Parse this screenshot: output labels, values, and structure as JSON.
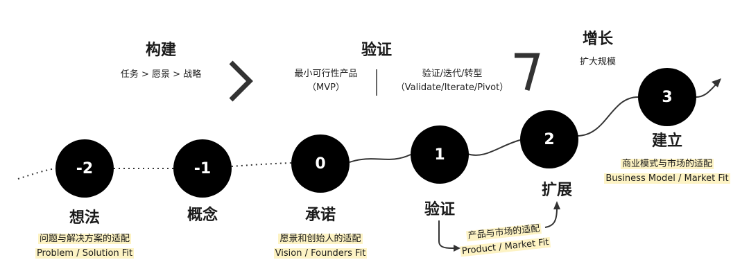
{
  "phases": [
    {
      "title": "构建",
      "subtitle": "任务 > 愿景 > 战略"
    },
    {
      "title": "验证",
      "left_line1": "最小可行性产品",
      "left_line2": "（MVP）",
      "right_line1": "验证/迭代/转型",
      "right_line2": "（Validate/Iterate/Pivot）"
    },
    {
      "title": "增长",
      "subtitle": "扩大规模"
    }
  ],
  "stages": [
    {
      "num": "-2",
      "name": "想法",
      "fit_cn": "问题与解决方案的适配",
      "fit_en": "Problem / Solution Fit"
    },
    {
      "num": "-1",
      "name": "概念"
    },
    {
      "num": "0",
      "name": "承诺",
      "fit_cn": "愿景和创始人的适配",
      "fit_en": "Vision / Founders Fit"
    },
    {
      "num": "1",
      "name": "验证"
    },
    {
      "num": "2",
      "name": "扩展",
      "fit_cn": "产品与市场的适配",
      "fit_en": "Product / Market Fit"
    },
    {
      "num": "3",
      "name": "建立",
      "fit_cn": "商业模式与市场的适配",
      "fit_en": "Business Model / Market Fit"
    }
  ],
  "colors": {
    "node": "#000000",
    "highlight": "#fdf3c4",
    "line": "#333333"
  }
}
